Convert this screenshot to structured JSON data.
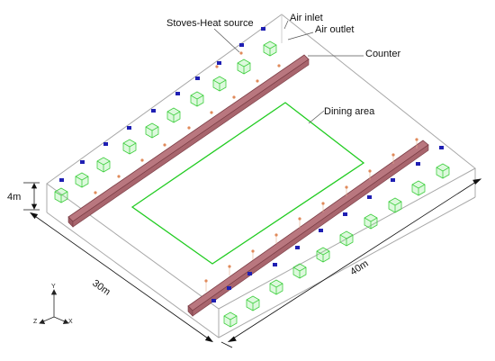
{
  "diagram": {
    "labels": {
      "stoves": "Stoves-Heat source",
      "air_inlet": "Air inlet",
      "air_outlet": "Air outlet",
      "counter": "Counter",
      "dining_area": "Dining area"
    },
    "dimensions": {
      "height": "4m",
      "width": "30m",
      "length": "40m"
    },
    "axes": {
      "x": "X",
      "y": "Y",
      "z": "Z"
    },
    "colors": {
      "box_edge": "#a8a8a8",
      "stove": "#3fcf3f",
      "counter_fill": "#b9777f",
      "counter_edge": "#7a3c44",
      "dining_outline": "#22cc22",
      "air_inlet": "#1f1fb3",
      "air_outlet": "#e08a5a"
    }
  }
}
